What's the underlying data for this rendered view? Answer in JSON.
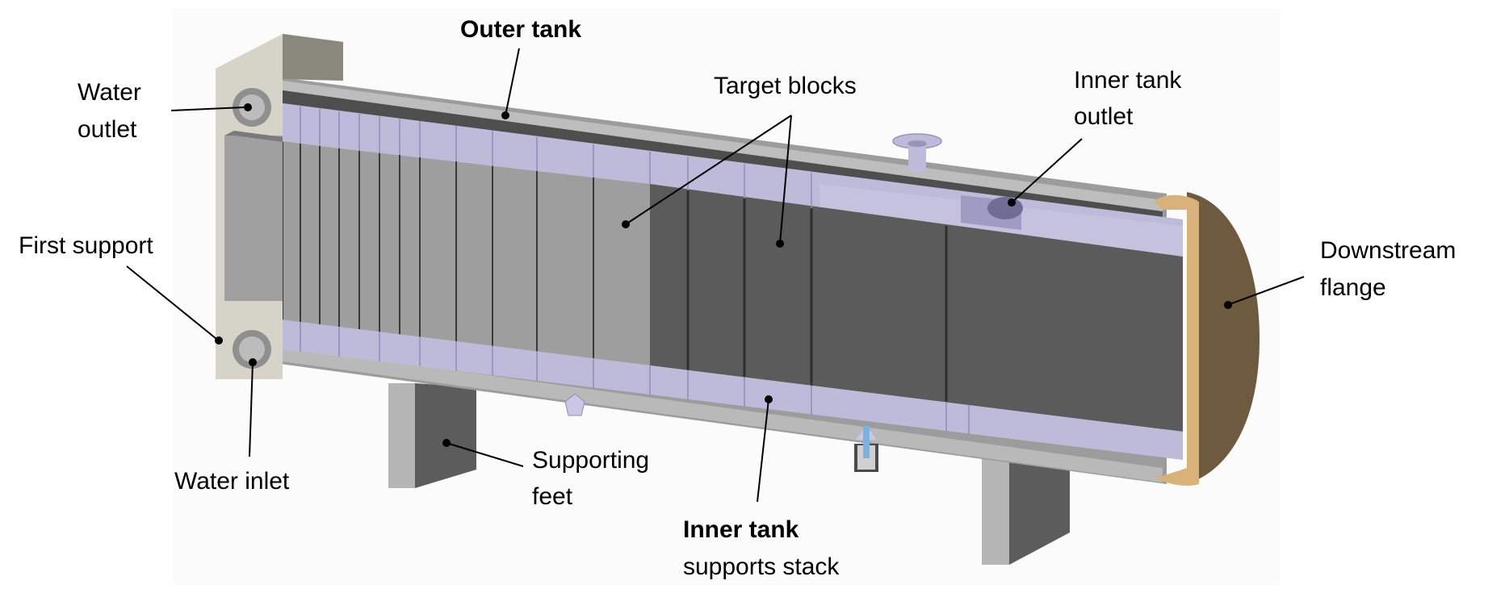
{
  "labels": {
    "outer_tank": "Outer tank",
    "water_outlet_1": "Water",
    "water_outlet_2": "outlet",
    "target_blocks": "Target blocks",
    "inner_outlet_1": "Inner tank",
    "inner_outlet_2": "outlet",
    "first_support": "First support",
    "downstream_1": "Downstream",
    "downstream_2": "flange",
    "water_inlet": "Water inlet",
    "supporting_1": "Supporting",
    "supporting_2": "feet",
    "inner_stack_1": "Inner tank",
    "inner_stack_2": "supports stack"
  },
  "colors": {
    "support": "#d9d6cb",
    "tank_grey": "#a6a6a6",
    "tank_dark": "#7f7f7f",
    "lavender": "#bdbbd9",
    "block_light": "#9a9a9a",
    "block_dark": "#5a5a5a",
    "flange": "#6e5b3f",
    "flange_ring": "#d8b27a",
    "feet": "#b0b0b0",
    "feet_dark": "#5f5f5f",
    "nozzle": "#a9b8e6"
  }
}
